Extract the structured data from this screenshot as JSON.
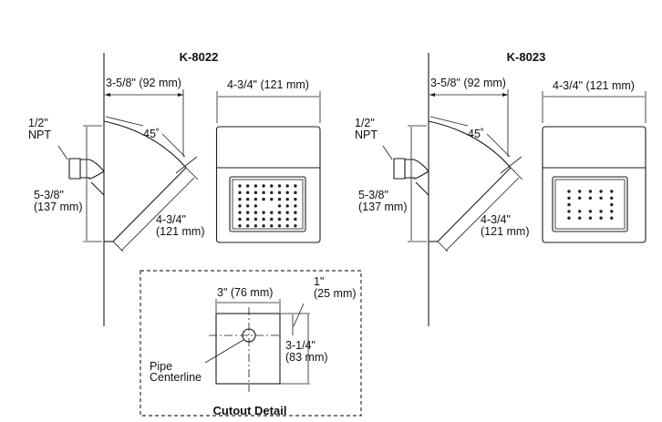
{
  "drawing": {
    "models": [
      {
        "id": "K-8022",
        "title": "K-8022",
        "projection_label": "3-5/8\" (92 mm)",
        "front_width_label": "4-3/4\" (121 mm)",
        "inlet_label_line1": "1/2\"",
        "inlet_label_line2": "NPT",
        "angle_label": "45˚",
        "height_label_line1": "5-3/8\"",
        "height_label_line2": "(137 mm)",
        "face_label_line1": "4-3/4\"",
        "face_label_line2": "(121 mm)",
        "nozzle_pattern": "8 columns x 7 rows with gap",
        "nozzle_cols": 8,
        "nozzle_rows": 7
      },
      {
        "id": "K-8023",
        "title": "K-8023",
        "projection_label": "3-5/8\" (92 mm)",
        "front_width_label": "4-3/4\" (121 mm)",
        "inlet_label_line1": "1/2\"",
        "inlet_label_line2": "NPT",
        "angle_label": "45˚",
        "height_label_line1": "5-3/8\"",
        "height_label_line2": "(137 mm)",
        "face_label_line1": "4-3/4\"",
        "face_label_line2": "(121 mm)",
        "nozzle_pattern": "5 columns x 5 rows ring",
        "nozzle_cols": 5,
        "nozzle_rows": 5
      }
    ],
    "cutout": {
      "title": "Cutout Detail",
      "width_label": "3\" (76 mm)",
      "offset_label_line1": "1\"",
      "offset_label_line2": "(25 mm)",
      "height_label_line1": "3-1/4\"",
      "height_label_line2": "(83 mm)",
      "pipe_label_line1": "Pipe",
      "pipe_label_line2": "Centerline"
    }
  }
}
